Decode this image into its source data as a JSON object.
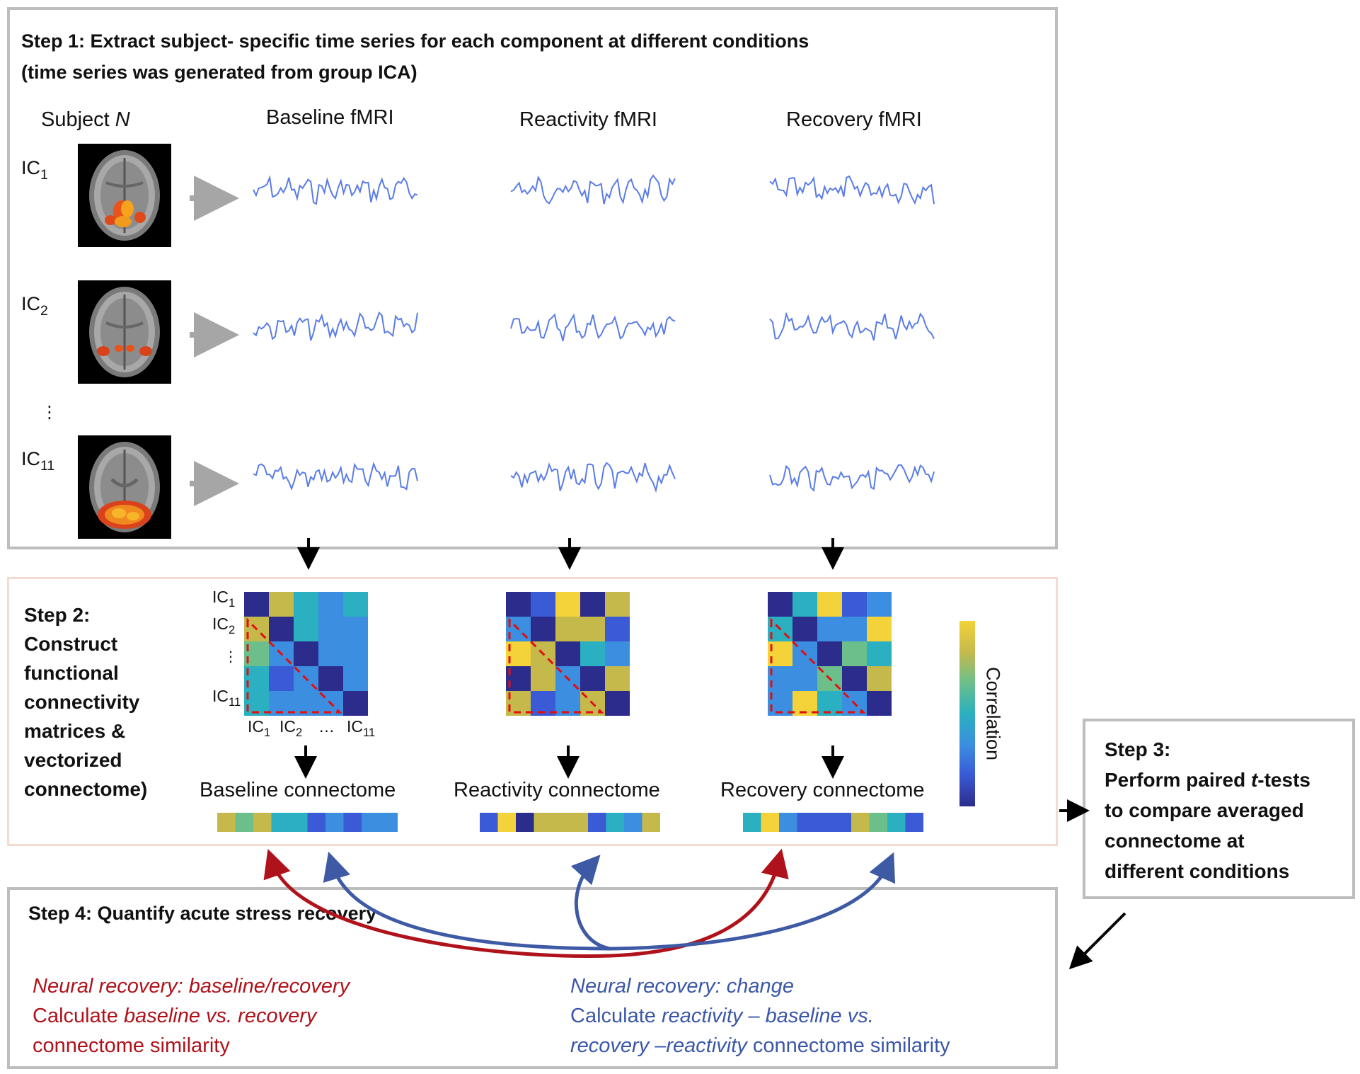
{
  "step1": {
    "title_line1": "Step 1: Extract subject- specific time series for each component at different conditions",
    "title_line2": "(time series was generated from group ICA)",
    "subject_prefix": "Subject ",
    "subject_var": "N",
    "conditions": [
      "Baseline fMRI",
      "Reactivity fMRI",
      "Recovery fMRI"
    ],
    "components": [
      {
        "name": "IC",
        "sub": "1"
      },
      {
        "name": "IC",
        "sub": "2"
      },
      {
        "name": "IC",
        "sub": "11"
      }
    ],
    "ellipsis": "⋮"
  },
  "step2": {
    "title_lines": [
      "Step 2:",
      "Construct",
      "functional",
      "connectivity",
      "matrices &",
      "vectorized",
      "connectome)"
    ],
    "row_labels": [
      {
        "name": "IC",
        "sub": "1"
      },
      {
        "name": "IC",
        "sub": "2"
      },
      {
        "name": "⋮",
        "sub": ""
      },
      {
        "name": "IC",
        "sub": "11"
      }
    ],
    "col_labels": [
      {
        "name": "IC",
        "sub": "1"
      },
      {
        "name": "IC",
        "sub": "2"
      },
      {
        "name": "…",
        "sub": ""
      },
      {
        "name": "IC",
        "sub": "11"
      }
    ],
    "connectome_labels": [
      "Baseline connectome",
      "Reactivity connectome",
      "Recovery connectome"
    ],
    "colorbar_label": "Correlation",
    "matrices": [
      [
        [
          0.0,
          0.8,
          0.55,
          0.3,
          0.5
        ],
        [
          0.8,
          0.0,
          0.45,
          0.3,
          0.3
        ],
        [
          0.7,
          0.3,
          0.0,
          0.3,
          0.4
        ],
        [
          0.45,
          0.2,
          0.3,
          0.0,
          0.3
        ],
        [
          0.55,
          0.4,
          0.35,
          0.3,
          0.0
        ]
      ],
      [
        [
          0.05,
          0.2,
          0.95,
          0.0,
          0.75
        ],
        [
          0.3,
          0.0,
          0.85,
          0.85,
          0.15
        ],
        [
          1.0,
          0.85,
          0.0,
          0.45,
          0.3
        ],
        [
          0.05,
          0.85,
          0.3,
          0.0,
          0.9
        ],
        [
          0.8,
          0.1,
          0.4,
          0.8,
          0.05
        ]
      ],
      [
        [
          0.0,
          0.55,
          0.95,
          0.2,
          0.35
        ],
        [
          0.45,
          0.0,
          0.3,
          0.3,
          0.95
        ],
        [
          1.0,
          0.3,
          0.0,
          0.6,
          0.55
        ],
        [
          0.3,
          0.3,
          0.6,
          0.0,
          0.85
        ],
        [
          0.4,
          0.95,
          0.5,
          0.3,
          0.0
        ]
      ]
    ],
    "vectors": [
      [
        0.78,
        0.6,
        0.78,
        0.5,
        0.45,
        0.1,
        0.3,
        0.2,
        0.25,
        0.3
      ],
      [
        0.15,
        1.0,
        0.0,
        0.78,
        0.8,
        0.85,
        0.1,
        0.45,
        0.3,
        0.8
      ],
      [
        0.5,
        0.95,
        0.25,
        0.2,
        0.2,
        0.2,
        0.9,
        0.6,
        0.55,
        0.2
      ]
    ]
  },
  "step3": {
    "lines": [
      [
        {
          "t": "Step 3:",
          "i": false
        }
      ],
      [
        {
          "t": "Perform paired ",
          "i": false
        },
        {
          "t": "t",
          "i": true
        },
        {
          "t": "-tests",
          "i": false
        }
      ],
      [
        {
          "t": "to compare averaged",
          "i": false
        }
      ],
      [
        {
          "t": "connectome at",
          "i": false
        }
      ],
      [
        {
          "t": "different conditions",
          "i": false
        }
      ]
    ]
  },
  "step4": {
    "title": "Step 4: Quantify acute stress recovery",
    "red_block": [
      [
        {
          "t": "Neural recovery: baseline/recovery",
          "i": true
        }
      ],
      [
        {
          "t": "Calculate ",
          "i": false
        },
        {
          "t": "baseline vs. recovery",
          "i": true
        }
      ],
      [
        {
          "t": "connectome similarity",
          "i": false
        }
      ]
    ],
    "blue_block": [
      [
        {
          "t": "Neural recovery: change",
          "i": true
        }
      ],
      [
        {
          "t": "Calculate ",
          "i": false
        },
        {
          "t": "reactivity – baseline vs.",
          "i": true
        }
      ],
      [
        {
          "t": "recovery –reactivity",
          "i": true
        },
        {
          "t": " connectome similarity",
          "i": false
        }
      ]
    ]
  },
  "colors": {
    "signal": "#5a7ce6",
    "red_arrow": "#b0121b",
    "blue_arrow": "#3f5aa5",
    "dashed": "#e01010",
    "colormap": [
      "#2c2c8c",
      "#3a5ad6",
      "#3b8ee0",
      "#2ab0c0",
      "#6cbf8a",
      "#c5b94c",
      "#f3d23a"
    ]
  }
}
